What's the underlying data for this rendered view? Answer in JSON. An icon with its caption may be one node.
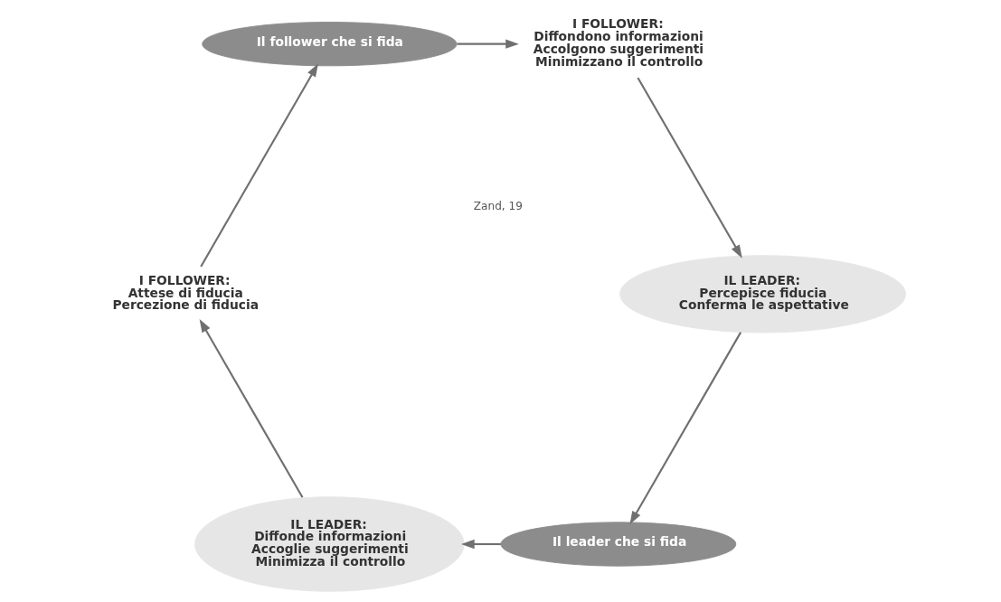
{
  "diagram": {
    "nodes": [
      {
        "text": [
          "Il leader che si fida"
        ]
      },
      {
        "text": [
          "IL LEADER:",
          "Percepisce fiducia",
          "Conferma le aspettative"
        ]
      },
      {
        "text": [
          "IL LEADER:",
          "Diffonde informazioni",
          "Accoglie suggerimenti",
          "Minimizza il controllo"
        ]
      },
      {
        "text": [
          "I FOLLOWER:",
          "Diffondono informazioni",
          "Accolgono suggerimenti",
          "Minimizzano il controllo"
        ]
      },
      {
        "text": [
          "I FOLLOWER:",
          "Attese di fiducia",
          "Percezione di fiducia"
        ]
      },
      {
        "text": [
          "Il follower che si fida"
        ]
      }
    ],
    "edges": [
      {
        "from": 0,
        "to": 2,
        "arrow": "to"
      },
      {
        "from": 2,
        "to": 4,
        "arrow": "to"
      },
      {
        "from": 4,
        "to": 5,
        "arrow": "to"
      },
      {
        "from": 5,
        "to": 3,
        "arrow": "to"
      },
      {
        "from": 3,
        "to": 1,
        "arrow": "to"
      },
      {
        "from": 1,
        "to": 0,
        "arrow": "to"
      }
    ],
    "labels": [
      "Zand, 19"
    ]
  }
}
